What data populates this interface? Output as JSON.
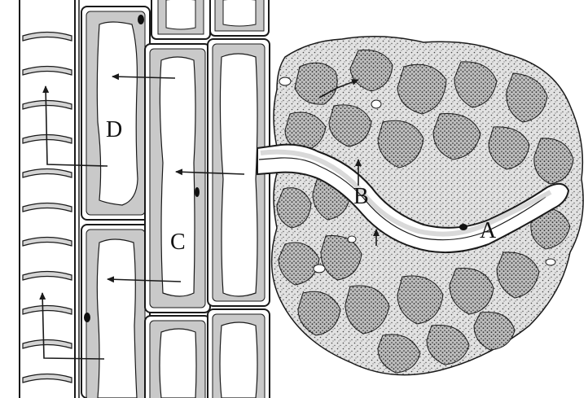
{
  "labels": {
    "a": "A",
    "b": "B",
    "c": "C",
    "d": "D"
  },
  "colors": {
    "ink": "#1a1a1a",
    "cytoplasm": "#c9c9c9",
    "fungal_tissue": "#d4d4d4",
    "background": "#ffffff"
  }
}
